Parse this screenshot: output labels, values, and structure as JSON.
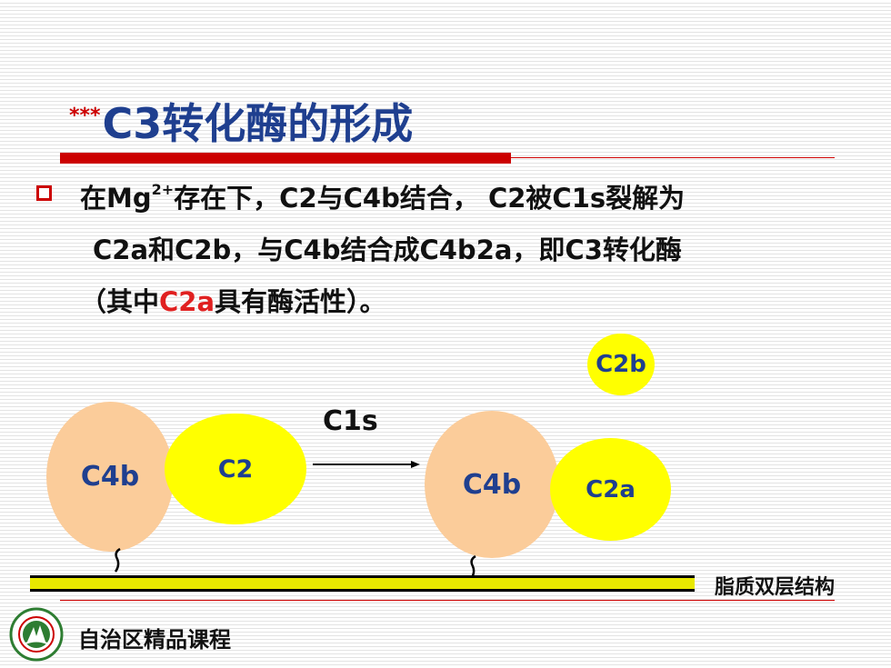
{
  "title": {
    "stars": "***",
    "text": "C3转化酶的形成"
  },
  "body": {
    "line1": {
      "part_a": "在Mg",
      "sup": "2+",
      "part_b": "存在下，C2与C4b结合， C2被C1s裂解为"
    },
    "line2": "C2a和C2b，与C4b结合成C4b2a，即C3转化酶",
    "line3": {
      "before": "（其中",
      "highlight": "C2a",
      "after": "具有酶活性）。"
    }
  },
  "diagram": {
    "left_c4b": "C4b",
    "left_c2": "C2",
    "enzyme": "C1s",
    "right_c4b": "C4b",
    "right_c2a": "C2a",
    "right_c2b": "C2b",
    "membrane_label": "脂质双层结构"
  },
  "footer": {
    "course": "自治区精品课程"
  },
  "colors": {
    "title": "#1f3f8f",
    "accent_red": "#cc0000",
    "c4b_fill": "#fbcc9a",
    "c2_fill": "#ffff00",
    "membrane_fill": "#e8e800"
  }
}
